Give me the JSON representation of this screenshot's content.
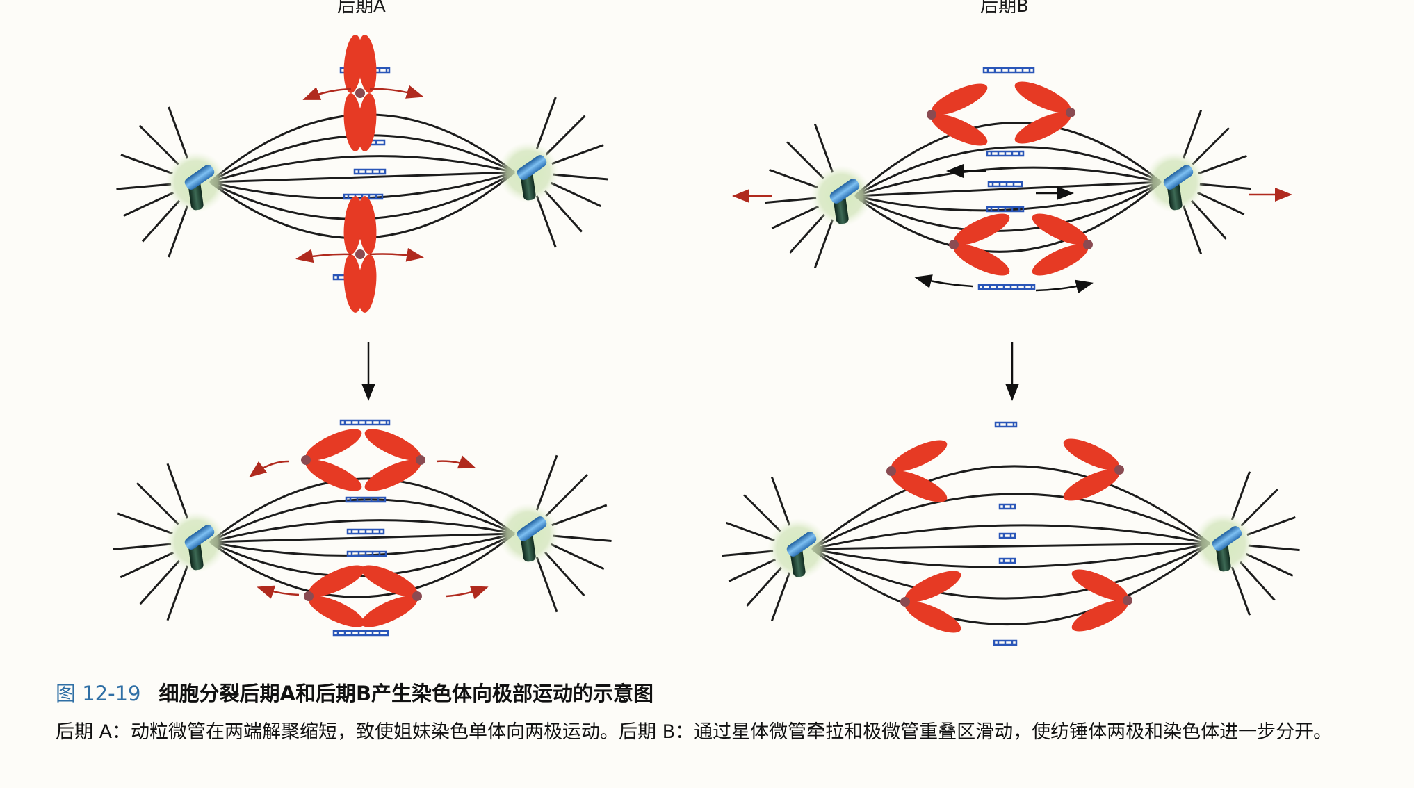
{
  "panels": {
    "a_title": "后期A",
    "b_title": "后期B"
  },
  "caption": {
    "number": "图 12-19",
    "title": "细胞分裂后期A和后期B产生染色体向极部运动的示意图",
    "description": "后期 A：动粒微管在两端解聚缩短，致使姐妹染色单体向两极运动。后期 B：通过星体微管牵拉和极微管重叠区滑动，使纺锤体两极和染色体进一步分开。"
  },
  "colors": {
    "chromosome": "#e63a24",
    "microtubule": "#1c1c1c",
    "centrosome_glow": "#cfe3b6",
    "centriole_blue": "#3d8fd8",
    "centriole_dark": "#1d3a2a",
    "overlap": "#2a56b8",
    "motion_arrow": "#b02a1e",
    "caption_number": "#2f6fa5"
  }
}
